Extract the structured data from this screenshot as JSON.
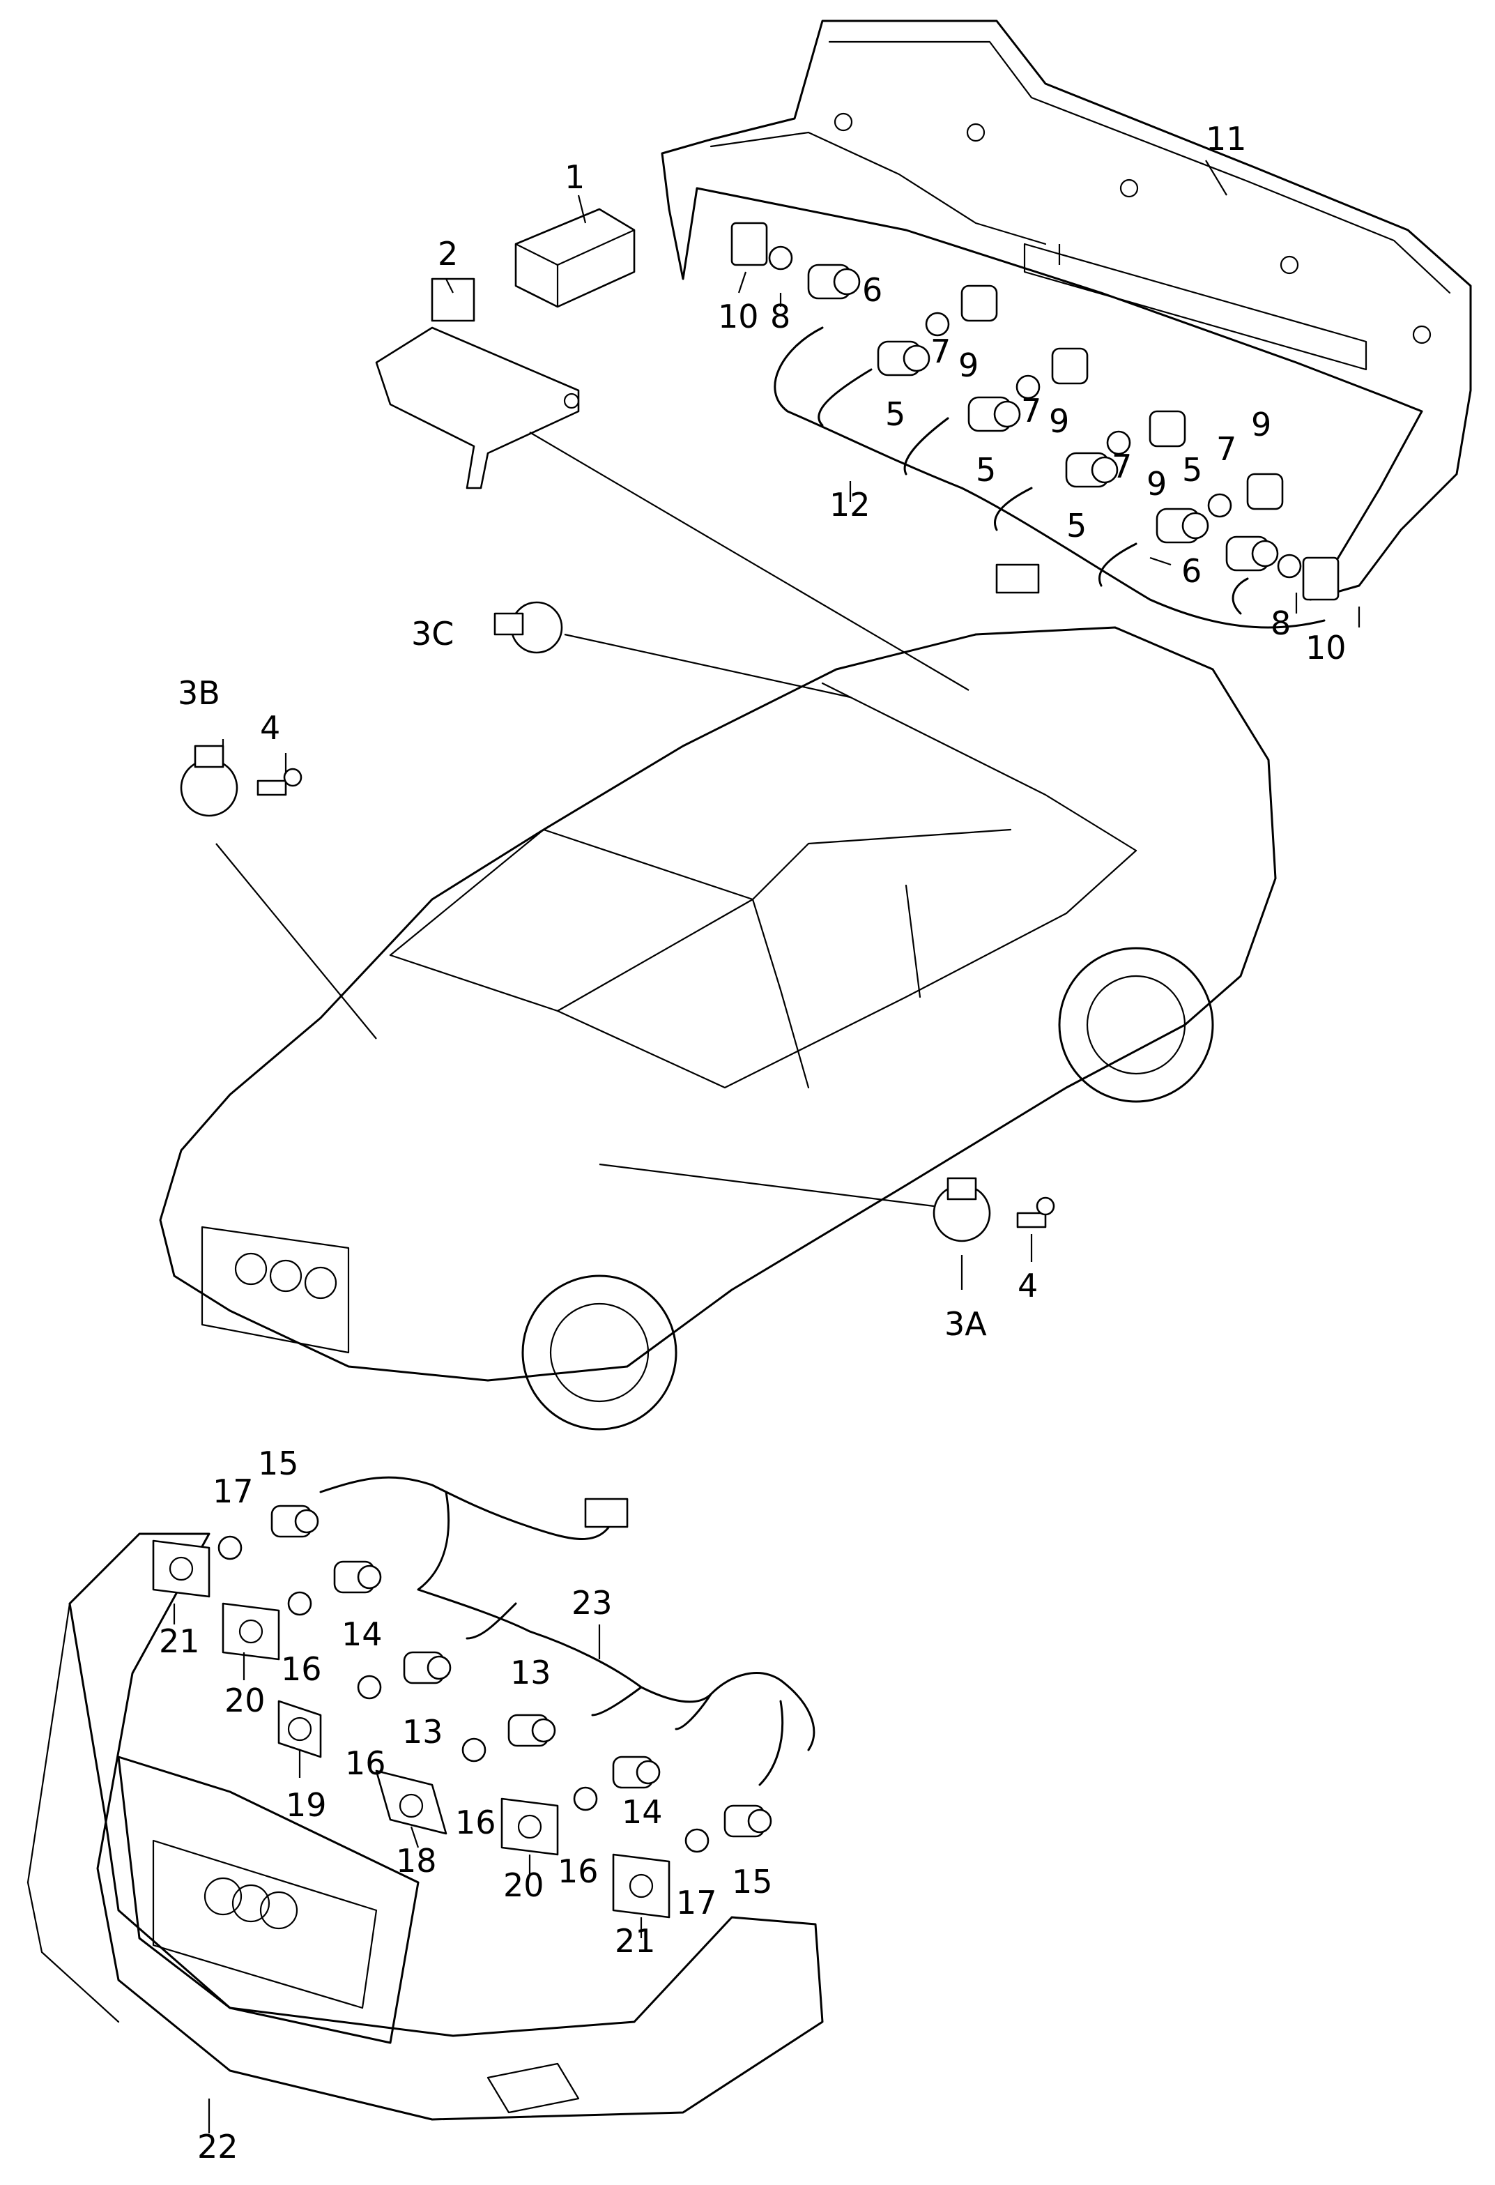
{
  "callouts": {
    "c1": "1",
    "c2": "2",
    "c3A": "3A",
    "c3B": "3B",
    "c3C": "3C",
    "c4a": "4",
    "c4b": "4",
    "c5a": "5",
    "c5b": "5",
    "c5c": "5",
    "c5d": "5",
    "c6a": "6",
    "c6b": "6",
    "c7a": "7",
    "c7b": "7",
    "c7c": "7",
    "c7d": "7",
    "c8a": "8",
    "c8b": "8",
    "c9a": "9",
    "c9b": "9",
    "c9c": "9",
    "c9d": "9",
    "c10a": "10",
    "c10b": "10",
    "c11": "11",
    "c12": "12",
    "c13a": "13",
    "c13b": "13",
    "c14a": "14",
    "c14b": "14",
    "c15a": "15",
    "c15b": "15",
    "c16a": "16",
    "c16b": "16",
    "c16c": "16",
    "c16d": "16",
    "c17a": "17",
    "c17b": "17",
    "c18": "18",
    "c19": "19",
    "c20a": "20",
    "c20b": "20",
    "c21a": "21",
    "c21b": "21",
    "c22": "22",
    "c23": "23"
  },
  "colors": {
    "line": "#000000",
    "background": "#ffffff"
  },
  "icons": {
    "control_unit": "control-unit-icon",
    "bracket": "bracket-icon",
    "speaker": "warning-buzzer-icon",
    "sensor": "parking-sensor-icon",
    "harness": "wiring-harness-icon",
    "vehicle": "car-outline-icon",
    "bumper_rear": "rear-bumper-icon",
    "bumper_front": "front-bumper-icon"
  }
}
